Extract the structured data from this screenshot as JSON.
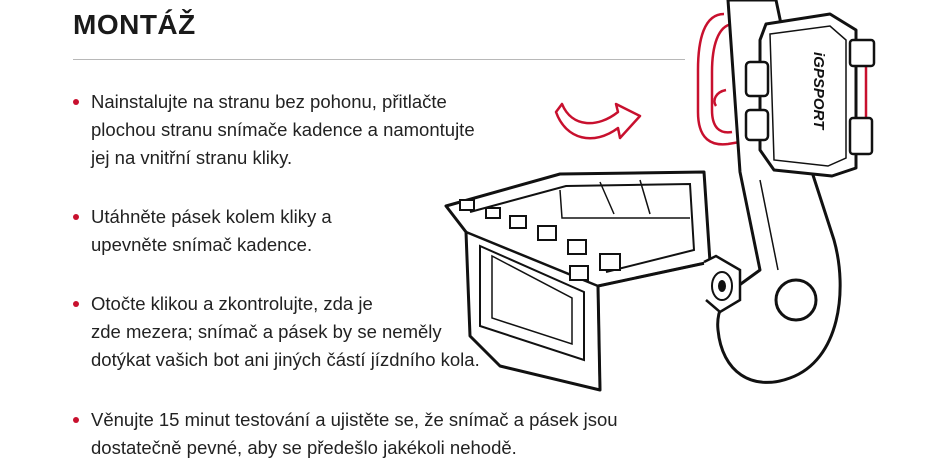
{
  "title": "MONTÁŽ",
  "bullets": [
    {
      "text": "Nainstalujte na stranu bez pohonu, přitlačte\nplochou stranu snímače kadence a namontujte\njej na vnitřní stranu kliky."
    },
    {
      "text": "Utáhněte pásek kolem kliky a\nupevněte snímač kadence."
    },
    {
      "text": "Otočte klikou a zkontrolujte, zda je\nzde mezera; snímač a pásek by se neměly\ndotýkat vašich bot ani jiných částí jízdního kola."
    },
    {
      "text": "Věnujte 15 minut testování a ujistěte se, že snímač a pásek jsou\ndostatečně pevné, aby se předešlo jakékoli nehodě."
    }
  ],
  "sensor_brand": "iGPSPORT",
  "colors": {
    "accent": "#c8102e",
    "text": "#1e1e1e",
    "rule": "#b8b8b8"
  },
  "icons": [
    "red-bullet-dot",
    "red-curved-arrow",
    "pedal-illustration",
    "crank-arm",
    "cadence-sensor",
    "strap"
  ]
}
